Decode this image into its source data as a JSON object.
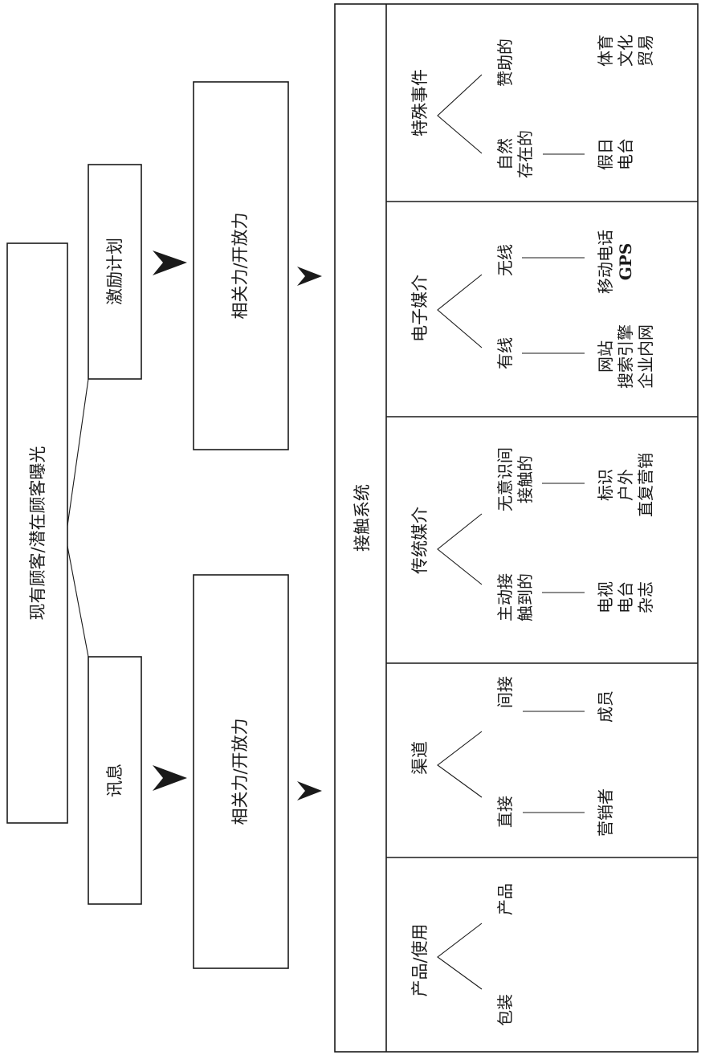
{
  "diagram": {
    "left_box": "现有顾客/潜在顾客曝光",
    "top_small": "激励计划",
    "bottom_small": "讯息",
    "top_mid": "相关力/开放力",
    "bottom_mid": "相关力/开放力",
    "system_title": "接触系统",
    "panels": [
      {
        "head": "特殊事件",
        "left": [
          "自然",
          "存在的"
        ],
        "right": [
          "赞助的"
        ],
        "left_items": [
          "假日",
          "电台"
        ],
        "right_items": [
          "体育",
          "文化",
          "贸易"
        ]
      },
      {
        "head": "电子媒介",
        "left": [
          "有线"
        ],
        "right": [
          "无线"
        ],
        "left_items": [
          "网站",
          "搜索引擎",
          "企业内网"
        ],
        "right_items": [
          "移动电话",
          "GPS"
        ]
      },
      {
        "head": "传统媒介",
        "left": [
          "主动接",
          "触到的"
        ],
        "right": [
          "无意识间",
          "接触的"
        ],
        "left_items": [
          "电视",
          "电台",
          "杂志"
        ],
        "right_items": [
          "标识",
          "户外",
          "直复营销"
        ]
      },
      {
        "head": "渠道",
        "left": [
          "直接"
        ],
        "right": [
          "间接"
        ],
        "left_items": [
          "营销者"
        ],
        "right_items": [
          "成员"
        ]
      },
      {
        "head": "产品/使用",
        "left": [
          "包装"
        ],
        "right": [
          "产品"
        ],
        "left_items": [],
        "right_items": []
      }
    ]
  }
}
